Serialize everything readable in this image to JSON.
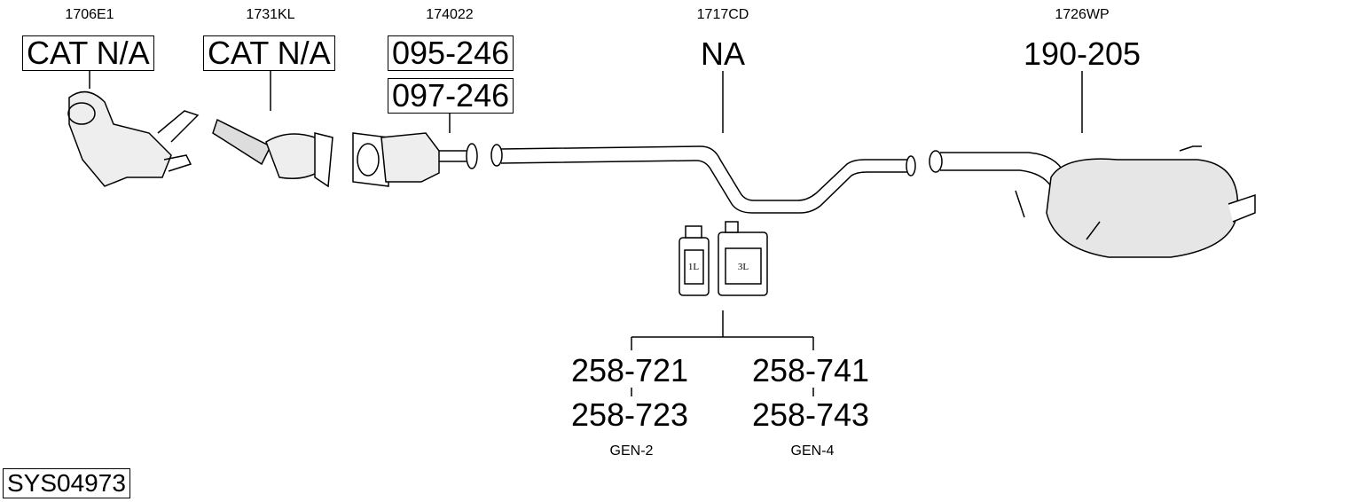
{
  "parts": [
    {
      "code": "1706E1",
      "refs": [
        "CAT N/A"
      ]
    },
    {
      "code": "1731KL",
      "refs": [
        "CAT N/A"
      ]
    },
    {
      "code": "174022",
      "refs": [
        "095-246",
        "097-246"
      ]
    },
    {
      "code": "1717CD",
      "refs": [
        "NA"
      ]
    },
    {
      "code": "1726WP",
      "refs": [
        "190-205"
      ]
    }
  ],
  "fluids": {
    "bottle_small": "1L",
    "bottle_large": "3L",
    "groups": [
      {
        "refs": [
          "258-721",
          "258-723"
        ],
        "label": "GEN-2"
      },
      {
        "refs": [
          "258-741",
          "258-743"
        ],
        "label": "GEN-4"
      }
    ]
  },
  "system_id": "SYS04973"
}
